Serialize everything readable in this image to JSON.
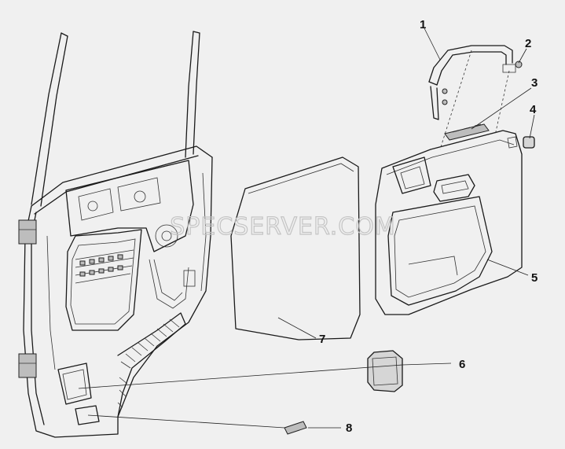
{
  "diagram": {
    "watermark": "SPECSERVER.COM",
    "callouts": [
      {
        "label": "1"
      },
      {
        "label": "2"
      },
      {
        "label": "3"
      },
      {
        "label": "4"
      },
      {
        "label": "5"
      },
      {
        "label": "6"
      },
      {
        "label": "7"
      },
      {
        "label": "8"
      }
    ]
  }
}
